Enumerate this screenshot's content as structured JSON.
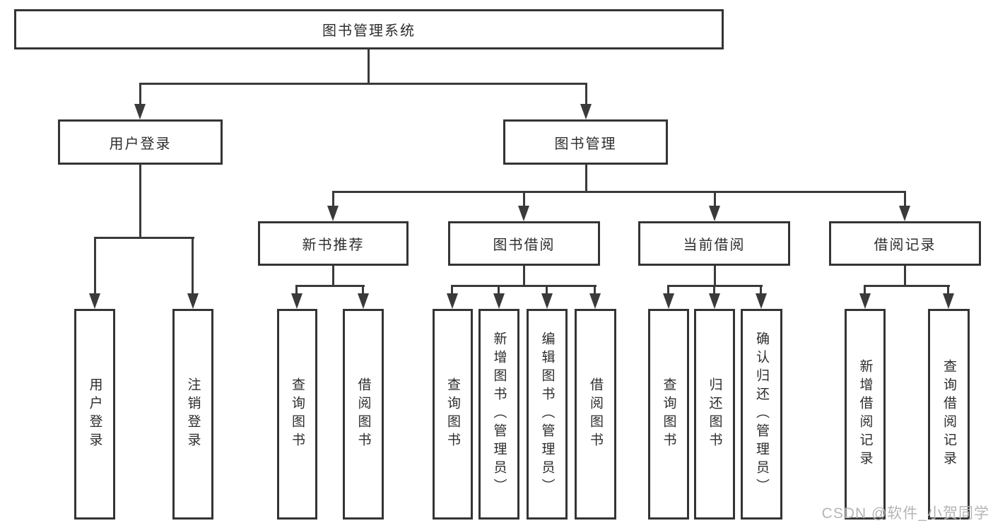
{
  "page": {
    "background_color": "#ffffff",
    "line_color": "#3a3a3a",
    "box_border_color": "#343434",
    "text_color": "#2d2d2d",
    "watermark_color": "#b5b5b5"
  },
  "tree": {
    "label": "图书管理系统",
    "children": [
      {
        "label": "用户登录",
        "children": [
          {
            "label": "用户登录"
          },
          {
            "label": "注销登录"
          }
        ]
      },
      {
        "label": "图书管理",
        "children": [
          {
            "label": "新书推荐",
            "children": [
              {
                "label": "查询图书"
              },
              {
                "label": "借阅图书"
              }
            ]
          },
          {
            "label": "图书借阅",
            "children": [
              {
                "label": "查询图书"
              },
              {
                "label": "新增图书（管理员）"
              },
              {
                "label": "编辑图书（管理员）"
              },
              {
                "label": "借阅图书"
              }
            ]
          },
          {
            "label": "当前借阅",
            "children": [
              {
                "label": "查询图书"
              },
              {
                "label": "归还图书"
              },
              {
                "label": "确认归还（管理员）"
              }
            ]
          },
          {
            "label": "借阅记录",
            "children": [
              {
                "label": "新增借阅记录"
              },
              {
                "label": "查询借阅记录"
              }
            ]
          }
        ]
      }
    ]
  },
  "watermark": "CSDN @软件_小贺同学"
}
